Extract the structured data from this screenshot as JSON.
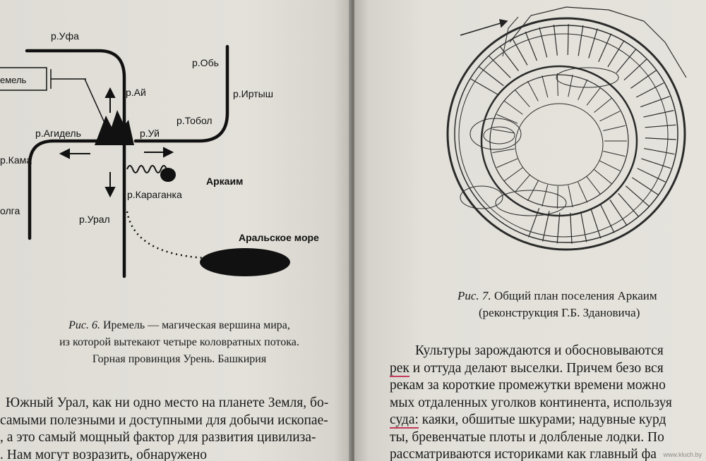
{
  "left_page": {
    "map_labels": {
      "ufa": "р.Уфа",
      "iremel": "емель",
      "ai": "р.Ай",
      "ob": "р.Обь",
      "irtysh": "р.Иртыш",
      "tobol": "р.Тобол",
      "agidel": "р.Агидель",
      "ui": "р.Уй",
      "kama": "р.Кама",
      "arkaim": "Аркаим",
      "karaganka": "р.Караганка",
      "ural": "р.Урал",
      "volga": "олга",
      "aral": "Аральское море"
    },
    "caption": {
      "label": "Рис. 6.",
      "line1": "Иремель — магическая вершина мира,",
      "line2": "из которой вытекают четыре коловратных потока.",
      "line3": "Горная провинция Урень. Башкирия"
    },
    "body_lines": [
      "Южный Урал, как ни одно место на планете Земля, бо-",
      "самыми полезными и доступными для добычи ископае-",
      ", а это самый мощный фактор для развития цивилиза-",
      ". Нам могут возразить,                    обнаружено"
    ]
  },
  "right_page": {
    "caption": {
      "label": "Рис. 7.",
      "line1": "Общий план поселения Аркаим",
      "line2": "(реконструкция Г.Б. Здановича)"
    },
    "body_lines": [
      "Культуры зарождаются и обосновываются",
      "рек и оттуда делают выселки. Причем безо вся",
      "рекам за короткие промежутки времени можно",
      "мых отдаленных уголков континента, используя",
      "суда: каяки, обшитые шкурами; надувные курд",
      "ты, бревенчатые плоты и долбленые лодки. По",
      "рассматриваются историками как главный фа"
    ]
  },
  "colors": {
    "paper": "#e3e1da",
    "ink": "#1a1a1a",
    "underline": "#c23a5c"
  }
}
